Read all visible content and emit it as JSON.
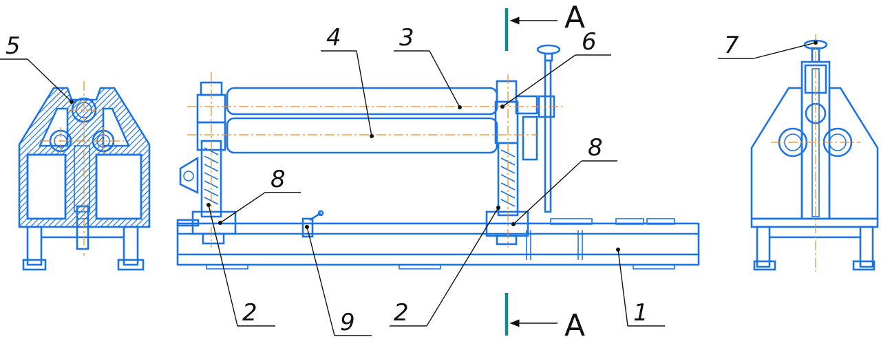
{
  "drawing": {
    "section_marker": "A",
    "callouts": {
      "c1": "1",
      "c2a": "2",
      "c2b": "2",
      "c3": "3",
      "c4": "4",
      "c5": "5",
      "c6": "6",
      "c7": "7",
      "c8a": "8",
      "c8b": "8",
      "c9": "9"
    },
    "colors": {
      "outline": "#1a73e8",
      "centerline": "#f08a1c",
      "section_line": "#148a86",
      "leader": "#111111"
    }
  }
}
